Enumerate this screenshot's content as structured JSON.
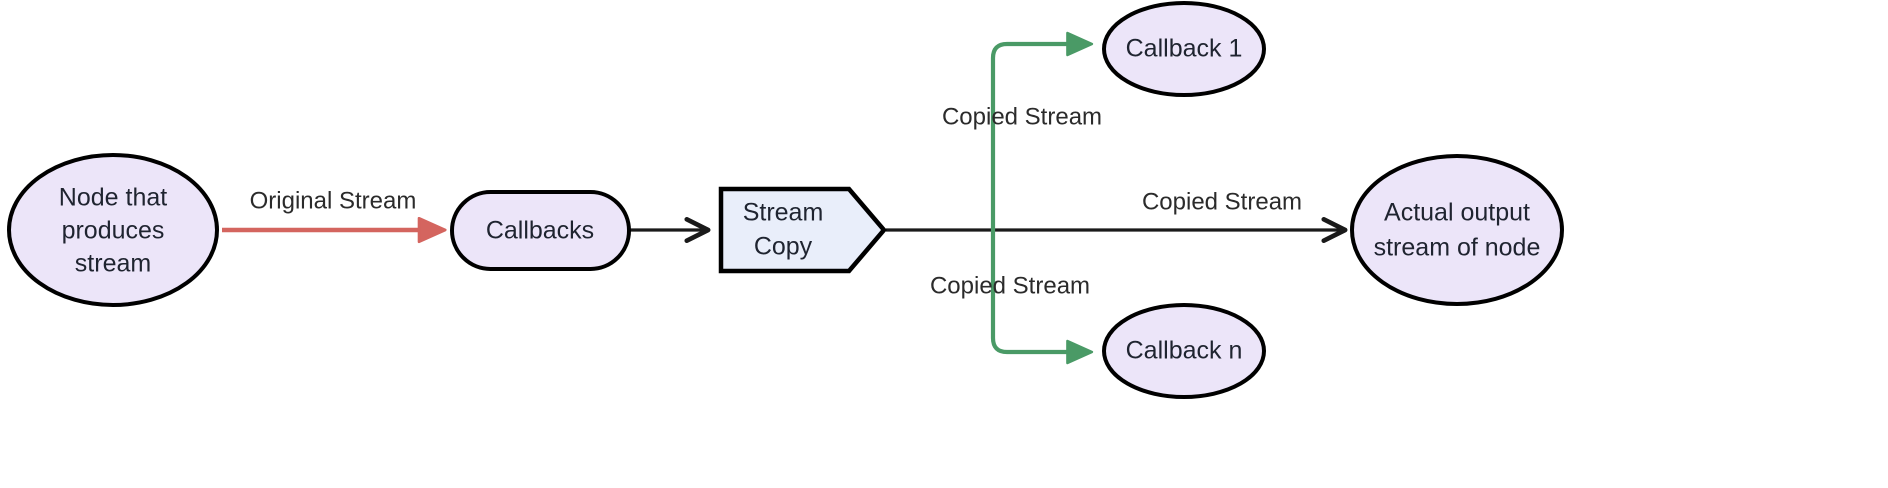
{
  "diagram": {
    "type": "flowchart",
    "direction": "left-to-right",
    "background": "#ffffff",
    "palette": {
      "node_fill_purple": "#ece5f9",
      "node_fill_blue": "#e9eefa",
      "node_stroke": "#000000",
      "edge_black": "#1a1a1a",
      "edge_red": "#d4655f",
      "edge_green": "#4a9a66",
      "label_text": "#25292f"
    },
    "nodes": [
      {
        "id": "producer",
        "label_lines": [
          "Node that",
          "produces",
          "stream"
        ],
        "shape": "ellipse",
        "fill": "#ece5f9"
      },
      {
        "id": "callbacks",
        "label_lines": [
          "Callbacks"
        ],
        "shape": "stadium",
        "fill": "#ece5f9"
      },
      {
        "id": "streamcopy",
        "label_lines": [
          "Stream",
          "Copy"
        ],
        "shape": "flag-pentagon",
        "fill": "#e9eefa"
      },
      {
        "id": "callback1",
        "label_lines": [
          "Callback 1"
        ],
        "shape": "ellipse",
        "fill": "#ece5f9"
      },
      {
        "id": "callbackn",
        "label_lines": [
          "Callback n"
        ],
        "shape": "ellipse",
        "fill": "#ece5f9"
      },
      {
        "id": "output",
        "label_lines": [
          "Actual output",
          "stream of node"
        ],
        "shape": "ellipse",
        "fill": "#ece5f9"
      }
    ],
    "edges": [
      {
        "id": "e1",
        "from": "producer",
        "to": "callbacks",
        "label": "Original Stream",
        "color": "#d4655f"
      },
      {
        "id": "e2",
        "from": "callbacks",
        "to": "streamcopy",
        "label": "",
        "color": "#1a1a1a"
      },
      {
        "id": "e3",
        "from": "streamcopy",
        "to": "callback1",
        "label": "Copied Stream",
        "color": "#4a9a66"
      },
      {
        "id": "e4",
        "from": "streamcopy",
        "to": "callbackn",
        "label": "Copied Stream",
        "color": "#4a9a66"
      },
      {
        "id": "e5",
        "from": "streamcopy",
        "to": "output",
        "label": "Copied Stream",
        "color": "#1a1a1a"
      }
    ]
  }
}
